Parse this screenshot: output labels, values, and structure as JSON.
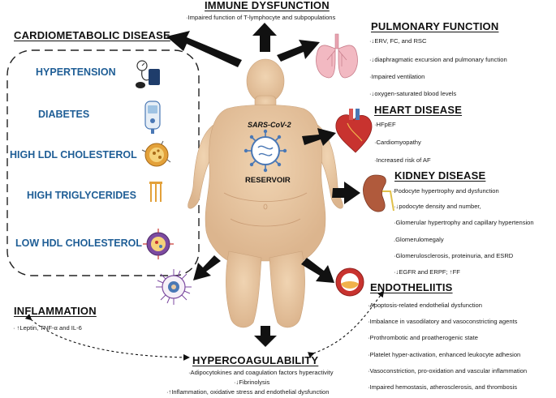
{
  "immune": {
    "title": "IMMUNE DYSFUNCTION",
    "lines": [
      "·Impaired function of T-lymphocyte and subpopulations"
    ]
  },
  "cardiometabolic": {
    "title": "CARDIOMETABOLIC DISEASE",
    "items": [
      {
        "label": "HYPERTENSION",
        "icon": "blood-pressure-monitor-icon"
      },
      {
        "label": "DIABETES",
        "icon": "glucose-meter-icon"
      },
      {
        "label": "HIGH LDL CHOLESTEROL",
        "icon": "ldl-particle-icon"
      },
      {
        "label": "HIGH TRIGLYCERIDES",
        "icon": "triglyceride-icon"
      },
      {
        "label": "LOW HDL CHOLESTEROL",
        "icon": "hdl-particle-icon"
      }
    ]
  },
  "pulmonary": {
    "title": "PULMONARY FUNCTION",
    "lines": [
      "·↓ERV, FC, and RSC",
      "·↓diaphragmatic excursion and pulmonary function",
      "·Impaired ventilation",
      "·↓oxygen-saturated blood levels"
    ]
  },
  "heart": {
    "title": "HEART DISEASE",
    "lines": [
      "·HFpEF",
      "·Cardiomyopathy",
      "·Increased risk of AF"
    ]
  },
  "kidney": {
    "title": "KIDNEY DISEASE",
    "lines": [
      "·Podocyte hypertrophy and dysfunction",
      "·↓podocyte density and number,",
      "·Glomerular hypertrophy and capillary hypertension",
      ".Glomerulomegaly",
      "·Glomerulosclerosis, proteinuria, and ESRD",
      "·↓EGFR and ERPF; ↑FF"
    ]
  },
  "endotheliitis": {
    "title": "ENDOTHELIITIS",
    "lines": [
      "·Apoptosis-related endothelial dysfunction",
      "·Imbalance in vasodilatory and vasoconstricting agents",
      "·Prothrombotic and proatherogenic state",
      "·Platelet hyper-activation, enhanced leukocyte adhesion",
      "·Vasoconstriction, pro-oxidation and vascular inflammation",
      "·Impaired hemostasis, atherosclerosis, and thrombosis"
    ]
  },
  "inflammation": {
    "title": "INFLAMMATION",
    "lines": [
      "· ↑Leptin, TNF-α and IL-6"
    ]
  },
  "hypercoag": {
    "title": "HYPERCOAGULABILITY",
    "lines": [
      "·Adipocytokines and coagulation factors hyperactivity",
      "·↓Fibrinolysis",
      "·↑Inflammation, oxidative stress and endothelial dysfunction"
    ]
  },
  "center": {
    "virus_label": "SARS-CoV-2",
    "reservoir_label": "RESERVOIR"
  },
  "colors": {
    "body": "#e9c9a3",
    "body_shade": "#d9b18a",
    "heading": "#111111",
    "cardiometabolic_text": "#1f5e96",
    "arrow": "#111111",
    "virus": "#4a78b5"
  }
}
